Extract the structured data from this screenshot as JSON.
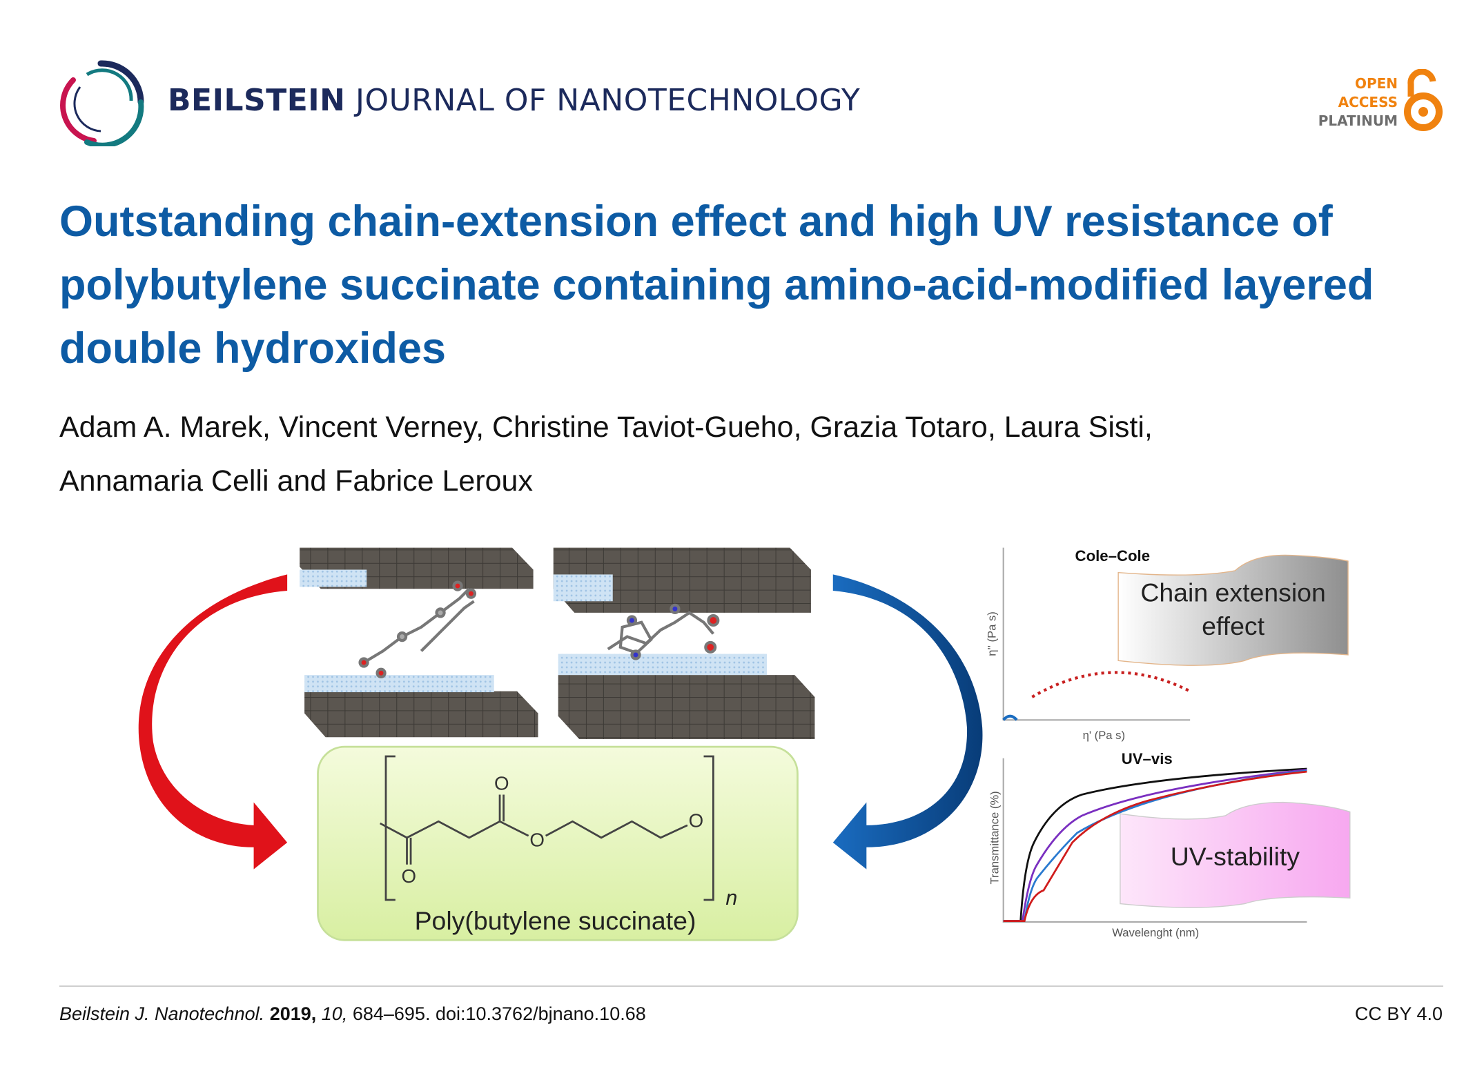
{
  "header": {
    "journal_bold": "BEILSTEIN",
    "journal_rest": "JOURNAL OF NANOTECHNOLOGY",
    "oa_line1": "OPEN",
    "oa_line2": "ACCESS",
    "oa_line3": "PLATINUM"
  },
  "article": {
    "title": "Outstanding chain-extension effect and high UV resistance of polybutylene succinate containing amino-acid-modified layered double hydroxides",
    "authors_line1": "Adam A. Marek, Vincent Verney, Christine Taviot-Gueho, Grazia Totaro, Laura Sisti,",
    "authors_line2": "Annamaria Celli and Fabrice Leroux"
  },
  "graphic": {
    "polymer_name": "Poly(butylene succinate)",
    "repeat_n": "n",
    "oxygen": "O",
    "cole_title": "Cole–Cole",
    "cole_ylabel": "η'' (Pa s)",
    "cole_xlabel": "η' (Pa s)",
    "chain_callout_1": "Chain extension",
    "chain_callout_2": "effect",
    "uv_title": "UV–vis",
    "uv_ylabel": "Transmittance (%)",
    "uv_xlabel": "Wavelenght (nm)",
    "uv_callout": "UV-stability",
    "colors": {
      "red_arrow": "#e0121a",
      "blue_arrow": "#0a5aa8",
      "box_green": "#e6f5b8"
    }
  },
  "footer": {
    "journal_abbrev": "Beilstein J. Nanotechnol.",
    "year": "2019,",
    "volume": "10,",
    "pages_doi": "684–695. doi:10.3762/bjnano.10.68",
    "license": "CC BY 4.0"
  }
}
